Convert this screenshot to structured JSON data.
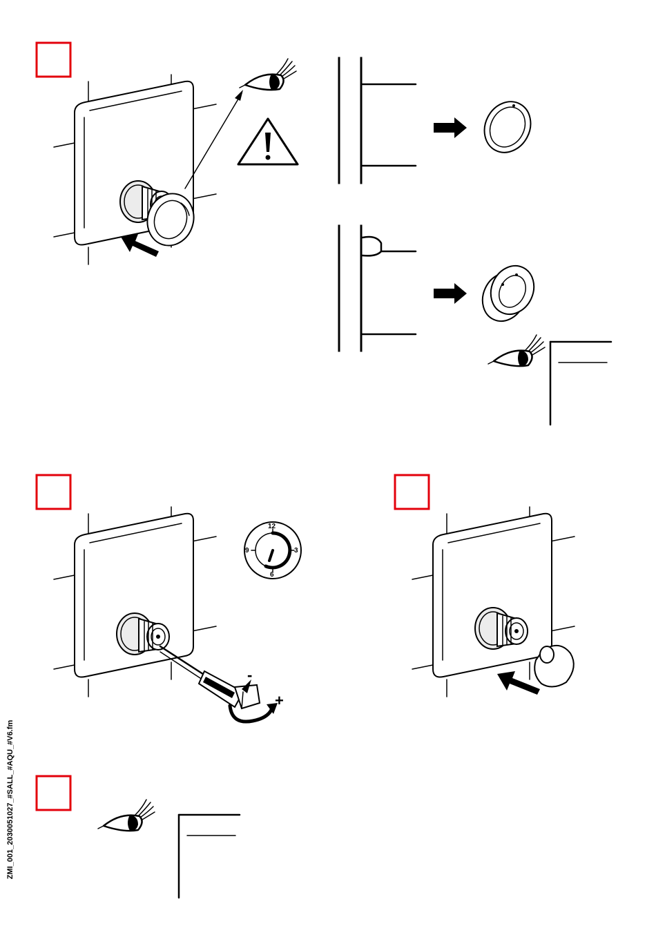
{
  "document": {
    "file_label": "ZMI_001_2030051027_#SALL_#AQU_#V6.fm",
    "dial": {
      "n12": "12",
      "n3": "3",
      "n6": "6",
      "n9": "9"
    },
    "torque_signs": {
      "minus": "-",
      "plus": "+"
    }
  },
  "colors": {
    "step_box": "#e3000b",
    "line": "#000000"
  }
}
